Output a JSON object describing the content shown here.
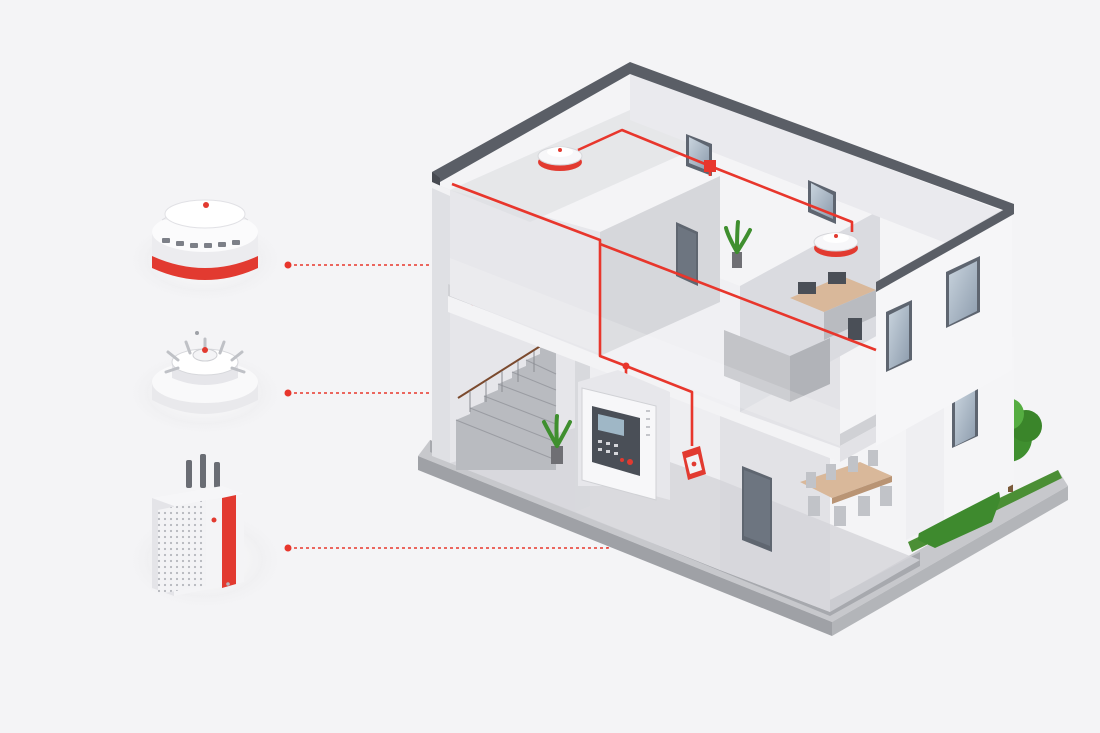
{
  "colors": {
    "background": "#f4f4f6",
    "wiring": "#e8362c",
    "wall_light": "#f2f2f4",
    "wall_mid": "#e3e3e7",
    "wall_dark": "#c9cace",
    "roof_trim": "#5a5e66",
    "glass": "#aebccb",
    "greenery": "#3f9a3a"
  },
  "devices": [
    {
      "name": "smoke-detector",
      "icon": "smoke-detector-icon"
    },
    {
      "name": "heat-detector",
      "icon": "heat-detector-icon"
    },
    {
      "name": "communication-module",
      "icon": "communication-module-icon"
    }
  ],
  "building": {
    "control_panel_icon": "fire-alarm-control-panel-icon",
    "call_point_icon": "manual-call-point-icon",
    "ceiling_detector_icon": "ceiling-smoke-detector-icon"
  }
}
